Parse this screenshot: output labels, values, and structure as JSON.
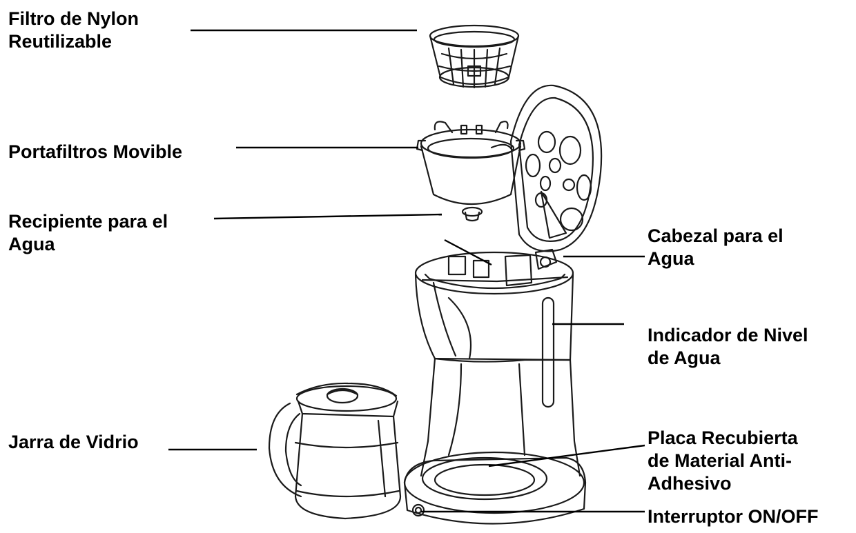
{
  "labels": {
    "nylon_filter": [
      "Filtro de Nylon",
      "Reutilizable"
    ],
    "filter_holder": [
      "Portafiltros Movible"
    ],
    "water_reservoir": [
      "Recipiente para el",
      "Agua"
    ],
    "water_head": [
      "Cabezal para el",
      "Agua"
    ],
    "water_level": [
      "Indicador de Nivel",
      "de Agua"
    ],
    "glass_carafe": [
      "Jarra de Vidrio"
    ],
    "nonstick_plate": [
      "Placa Recubierta",
      "de Material Anti-",
      "Adhesivo"
    ],
    "power_switch": [
      "Interruptor ON/OFF"
    ]
  },
  "colors": {
    "ink": "#000000",
    "background": "#ffffff",
    "line": "#1a1a1a"
  }
}
